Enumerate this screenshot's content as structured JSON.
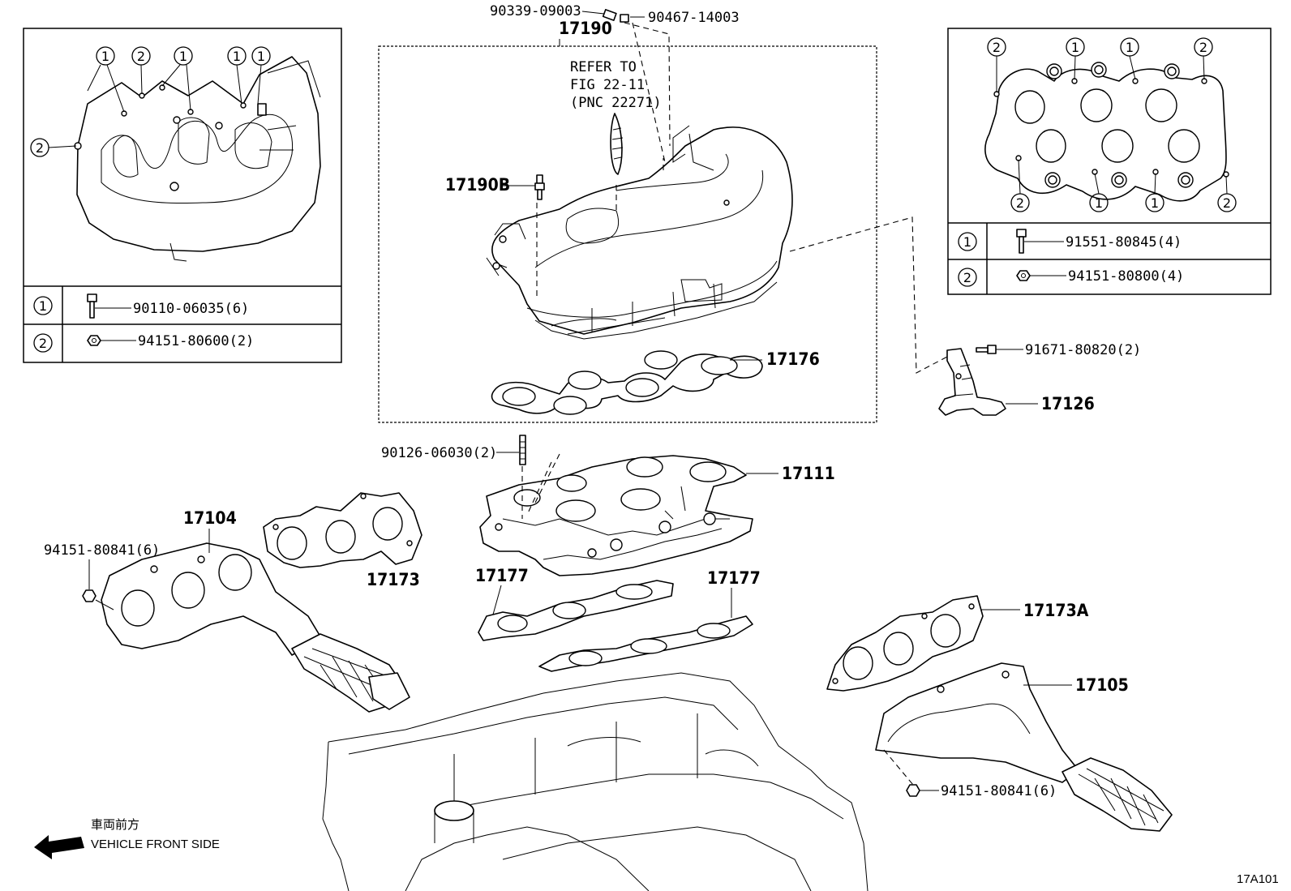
{
  "diagram_id": "17A101",
  "refer_note": {
    "line1": "REFER TO",
    "line2": "FIG 22-11",
    "line3": "(PNC 22271)"
  },
  "front_side": {
    "jp": "車両前方",
    "en": "VEHICLE FRONT SIDE"
  },
  "parts": {
    "p17190": "17190",
    "p17190B": "17190B",
    "p90339": "90339-09003",
    "p90467": "90467-14003",
    "p17176": "17176",
    "p91671": "91671-80820(2)",
    "p17126": "17126",
    "p90126": "90126-06030(2)",
    "p17111": "17111",
    "p17104": "17104",
    "p94151_l": "94151-80841(6)",
    "p17173": "17173",
    "p17177_l": "17177",
    "p17177_r": "17177",
    "p17173A": "17173A",
    "p17105": "17105",
    "p94151_r": "94151-80841(6)"
  },
  "left_inset": {
    "callouts": [
      "1",
      "2",
      "1",
      "1",
      "1",
      "2"
    ],
    "rows": [
      {
        "mark": "1",
        "part": "90110-06035(6)"
      },
      {
        "mark": "2",
        "part": "94151-80600(2)"
      }
    ]
  },
  "right_inset": {
    "callouts": [
      "2",
      "1",
      "1",
      "2",
      "2",
      "1",
      "1",
      "2"
    ],
    "rows": [
      {
        "mark": "1",
        "part": "91551-80845(4)"
      },
      {
        "mark": "2",
        "part": "94151-80800(4)"
      }
    ]
  }
}
